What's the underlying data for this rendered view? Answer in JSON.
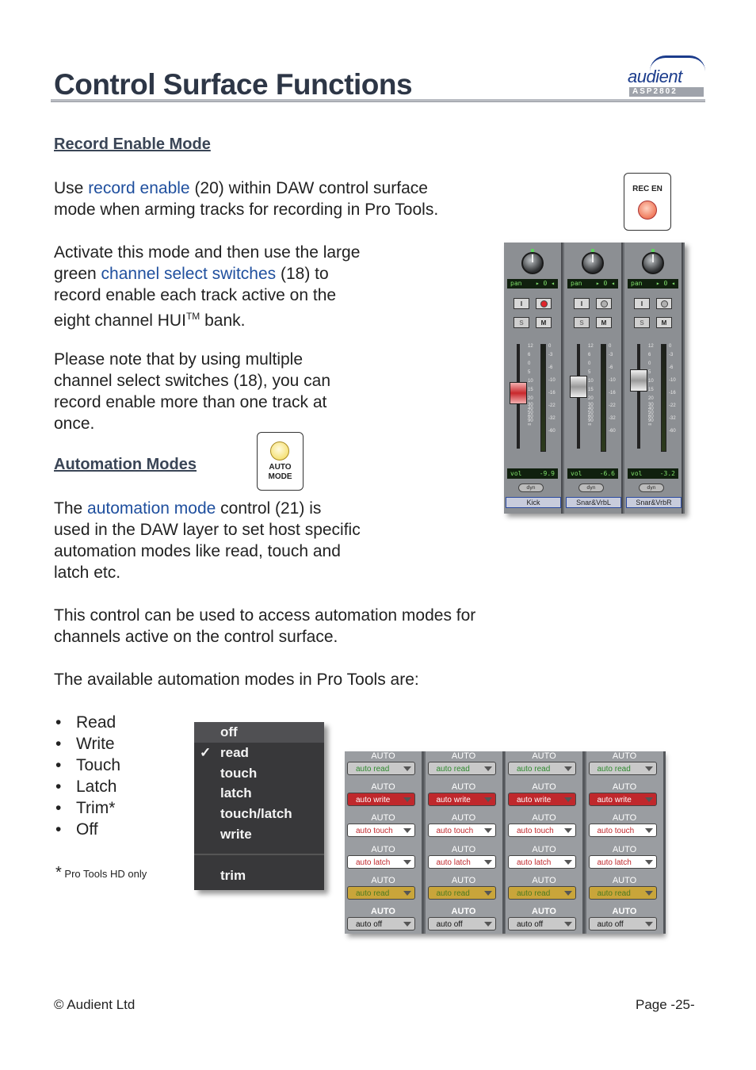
{
  "header": {
    "title": "Control Surface Functions",
    "logo_word": "audient",
    "logo_model": "ASP2802"
  },
  "record_section": {
    "heading": "Record Enable Mode",
    "p1_pre": "Use ",
    "p1_link": "record enable",
    "p1_post_l1": " (20) within DAW control surface",
    "p1_l2": "mode when arming tracks for recording in Pro Tools.",
    "p2_l1": "Activate this mode and then use the large",
    "p2_l2_pre": "green ",
    "p2_l2_link": "channel select switches",
    "p2_l2_post": " (18) to",
    "p2_l3": "record enable each track active on the",
    "p2_l4_pre": "eight channel HUI",
    "p2_l4_sup": "TM",
    "p2_l4_post": " bank.",
    "p3_l1": "Please note that by using multiple",
    "p3_l2": "channel select switches (18), you can",
    "p3_l3": "record enable more than one track at",
    "p3_l4": "once.",
    "rec_button_label": "REC EN"
  },
  "mixer": {
    "pan_label": "pan",
    "pan_value": "0",
    "input_btn": "I",
    "solo_btn": "S",
    "mute_btn": "M",
    "fader_scale": [
      "12",
      "6",
      "0",
      "5",
      "10",
      "15",
      "20",
      "30",
      "40",
      "50",
      "60",
      "90",
      "∞"
    ],
    "meter_scale": [
      "0",
      "-3",
      "-6",
      "-10",
      "-16",
      "-22",
      "-32",
      "-60"
    ],
    "vol_label": "vol",
    "dyn_label": "dyn",
    "channels": [
      {
        "name": "Kick",
        "vol": "-9.9"
      },
      {
        "name": "Snar&VrbL",
        "vol": "-6.6"
      },
      {
        "name": "Snar&VrbR",
        "vol": "-3.2"
      }
    ]
  },
  "automation_section": {
    "heading": "Automation Modes",
    "auto_button_l1": "AUTO",
    "auto_button_l2": "MODE",
    "p1_pre": "The ",
    "p1_link": "automation mode",
    "p1_post": " control (21) is",
    "p1_l2": "used in the DAW layer to set host specific",
    "p1_l3": "automation modes like read, touch and",
    "p1_l4": "latch etc.",
    "p2_l1": "This control can be used to access automation modes for",
    "p2_l2": "channels active on the control surface.",
    "p3": "The available automation modes in Pro Tools are:",
    "modes": [
      "Read",
      "Write",
      "Touch",
      "Latch",
      "Trim*",
      "Off"
    ],
    "footnote_star": "*",
    "footnote": " Pro Tools HD only"
  },
  "menu": {
    "items": [
      "off",
      "read",
      "touch",
      "latch",
      "touch/latch",
      "write",
      "trim"
    ],
    "check": "✓"
  },
  "auto_grid": {
    "header": "AUTO",
    "rows": [
      {
        "label": "auto read",
        "color": "#c9c9c9",
        "text": "#2e8a2e"
      },
      {
        "label": "auto write",
        "color": "#c0282c",
        "text": "#ffffff"
      },
      {
        "label": "auto touch",
        "color": "#ffffff",
        "text": "#c0282c"
      },
      {
        "label": "auto latch",
        "color": "#ffffff",
        "text": "#c0282c"
      },
      {
        "label": "auto read",
        "color": "#c9a53a",
        "text": "#4a7a20"
      },
      {
        "label": "auto off",
        "color": "#c9c9c9",
        "text": "#111111"
      }
    ]
  },
  "footer": {
    "copyright": "© Audient Ltd",
    "page": "Page -25-"
  }
}
